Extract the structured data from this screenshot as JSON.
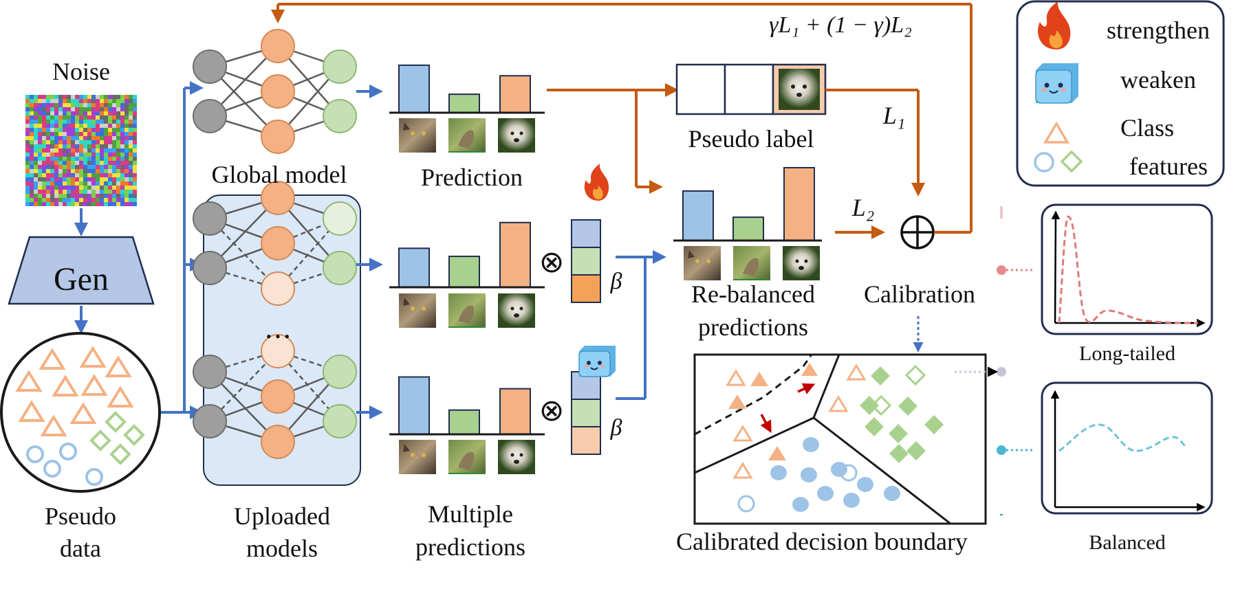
{
  "labels": {
    "noise": "Noise",
    "gen": "Gen",
    "pseudo_data_1": "Pseudo",
    "pseudo_data_2": "data",
    "global_model": "Global model",
    "uploaded_1": "Uploaded",
    "uploaded_2": "models",
    "dots": "• • •",
    "prediction": "Prediction",
    "multiple_1": "Multiple",
    "multiple_2": "predictions",
    "pseudo_label": "Pseudo label",
    "rebalanced_1": "Re-balanced",
    "rebalanced_2": "predictions",
    "calibration": "Calibration",
    "calibrated_boundary": "Calibrated decision boundary",
    "long_tailed": "Long-tailed",
    "balanced": "Balanced",
    "beta": "β",
    "otimes": "⊗",
    "oplus": "⊕"
  },
  "loss": {
    "formula": "γL₁ + (1 − γ)L₂",
    "l1": "L₁",
    "l2": "L₂"
  },
  "legend": {
    "strengthen": "strengthen",
    "weaken": "weaken",
    "class_1": "Class",
    "class_2": "features"
  },
  "colors": {
    "blue": "#4472c4",
    "orange": "#c55a11",
    "bar_blue": "#9dc3e6",
    "bar_green": "#a9d18e",
    "bar_orange": "#f4b183",
    "node_gray": "#9e9e9e",
    "node_orange": "#f4b183",
    "node_green": "#c5e0b4",
    "panel_bg": "#dae8f7",
    "navy": "#1f2d4e"
  },
  "bars": {
    "prediction": [
      0.72,
      0.28,
      0.56
    ],
    "multiple_top": [
      0.53,
      0.42,
      0.88
    ],
    "multiple_bottom": [
      0.78,
      0.33,
      0.62
    ],
    "rebalanced": [
      0.68,
      0.32,
      1.0
    ]
  }
}
